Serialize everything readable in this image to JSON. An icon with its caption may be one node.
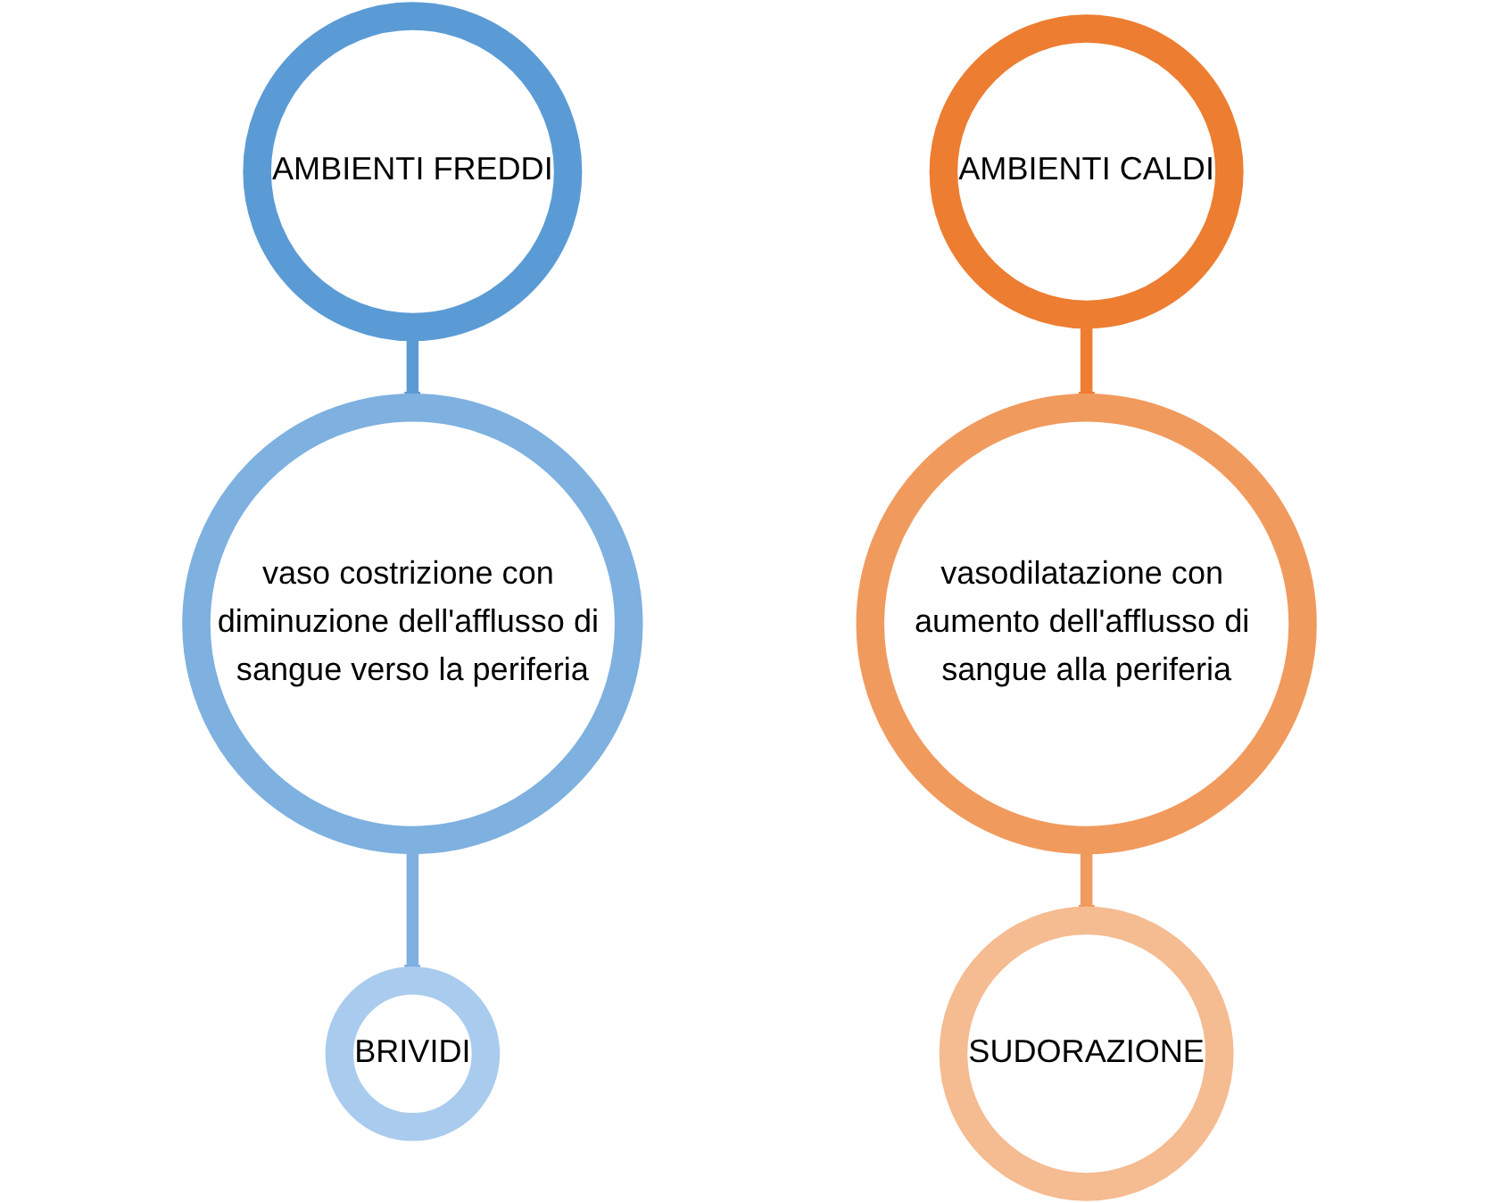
{
  "diagram": {
    "nodes": [
      {
        "text": [
          "AMBIENTI FREDDI"
        ]
      },
      {
        "text": [
          "vaso costrizione con diminuzione dell'afflusso di sangue verso la periferia"
        ]
      },
      {
        "text": [
          "BRIVIDI"
        ]
      },
      {
        "text": [
          "AMBIENTI CALDI"
        ]
      },
      {
        "text": [
          "vasodilatazione con aumento dell'afflusso di sangue alla periferia"
        ]
      },
      {
        "text": [
          "SUDORAZIONE"
        ]
      }
    ],
    "edges": [
      {
        "from": 0,
        "to": 1,
        "arrow": "to",
        "color": "#5b9bd5"
      },
      {
        "from": 1,
        "to": 2,
        "arrow": "to",
        "color": "#7eb0e0"
      },
      {
        "from": 3,
        "to": 4,
        "arrow": "to",
        "color": "#ed7d31"
      },
      {
        "from": 4,
        "to": 5,
        "arrow": "to",
        "color": "#f19a5e"
      }
    ]
  }
}
